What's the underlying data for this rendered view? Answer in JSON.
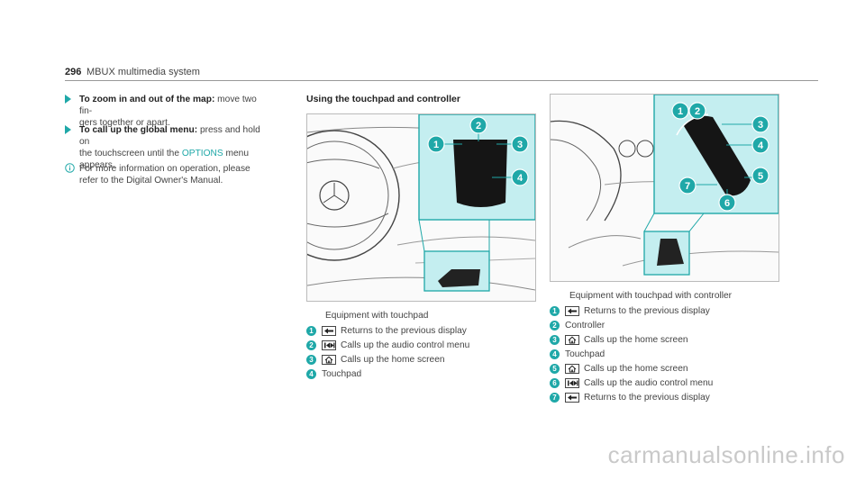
{
  "header": {
    "page_number": "296",
    "title": "MBUX multimedia system"
  },
  "left_column": {
    "bullets": [
      {
        "bold": "To zoom in and out of the map:",
        "text": " move two fin-\ngers together or apart."
      },
      {
        "bold": "To call up the global menu:",
        "text_before": " press and hold on\nthe touchscreen until the ",
        "accent": "OPTIONS",
        "text_after": " menu\nappears."
      }
    ],
    "info": "For more information on operation, please\nrefer to the Digital Owner's Manual."
  },
  "middle": {
    "section_title": "Using the touchpad and controller",
    "caption": "Equipment with touchpad",
    "items": [
      {
        "n": "1",
        "icon": "back-arrow-icon",
        "label": "Returns to the previous display"
      },
      {
        "n": "2",
        "icon": "audio-icon",
        "label": "Calls up the audio control menu"
      },
      {
        "n": "3",
        "icon": "home-icon",
        "label": "Calls up the home screen"
      },
      {
        "n": "4",
        "icon": "",
        "label": "Touchpad"
      }
    ]
  },
  "right": {
    "caption": "Equipment with touchpad with controller",
    "items": [
      {
        "n": "1",
        "icon": "back-arrow-icon",
        "label": "Returns to the previous display"
      },
      {
        "n": "2",
        "icon": "",
        "label": "Controller"
      },
      {
        "n": "3",
        "icon": "home-icon",
        "label": "Calls up the home screen"
      },
      {
        "n": "4",
        "icon": "",
        "label": "Touchpad"
      },
      {
        "n": "5",
        "icon": "home-icon",
        "label": "Calls up the home screen"
      },
      {
        "n": "6",
        "icon": "audio-icon",
        "label": "Calls up the audio control menu"
      },
      {
        "n": "7",
        "icon": "back-arrow-icon",
        "label": "Returns to the previous display"
      }
    ]
  },
  "callouts_middle": [
    "1",
    "2",
    "3",
    "4"
  ],
  "callouts_right": [
    "1",
    "2",
    "3",
    "4",
    "5",
    "6",
    "7"
  ],
  "watermark": "carmanualsonline.info",
  "colors": {
    "accent": "#1fa8a8",
    "highlight": "#c4eef0"
  }
}
